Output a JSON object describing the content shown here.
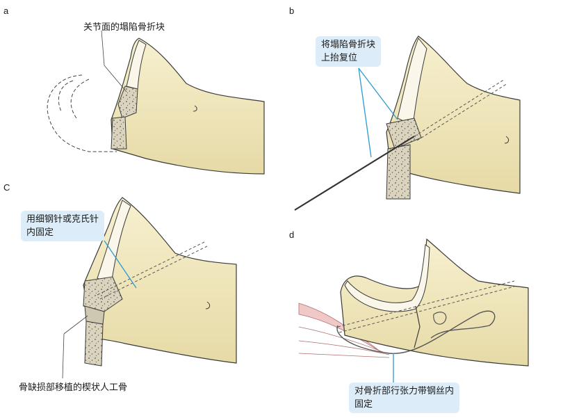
{
  "panels": {
    "a": {
      "letter": "a",
      "label": "关节面的塌陷骨折块"
    },
    "b": {
      "letter": "b",
      "callout_line1": "将塌陷骨折块",
      "callout_line2": "上抬复位"
    },
    "c": {
      "letter": "C",
      "callout_line1": "用细钢针或克氏针",
      "callout_line2": "内固定",
      "bottom_label": "骨缺损部移植的楔状人工骨"
    },
    "d": {
      "letter": "d",
      "callout_line1": "对骨折部行张力带钢丝内",
      "callout_line2": "固定"
    }
  },
  "colors": {
    "bone": "#f4ecc6",
    "bone_shade": "#e3d7a4",
    "articular": "#faf7ea",
    "cancellous": "#d9d2bc",
    "outline": "#3a3a3a",
    "leader": "#2a9bd1",
    "callout_bg": "#dcecf8",
    "tendon": "#f0c8c8"
  }
}
